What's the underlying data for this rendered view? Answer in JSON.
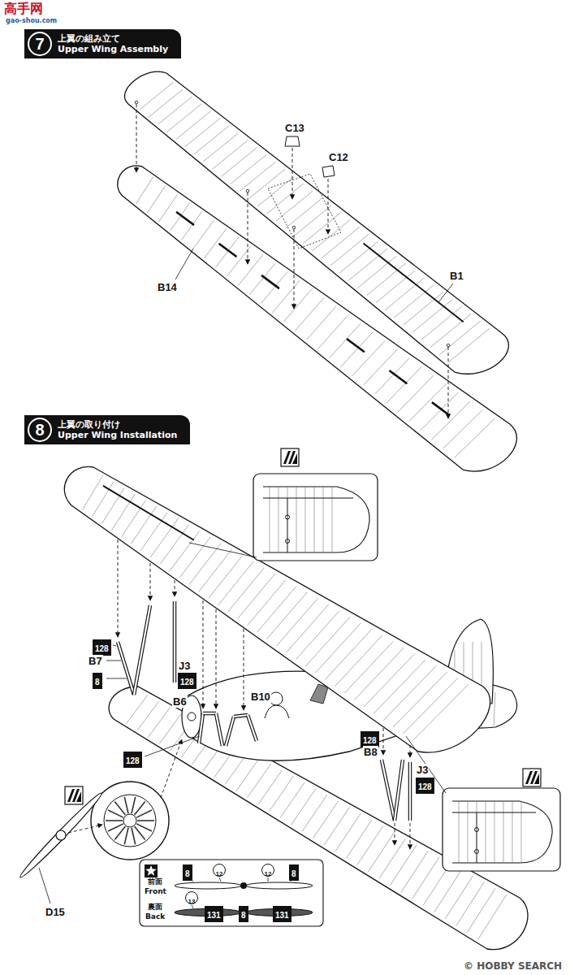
{
  "diagram": {
    "nodes": [
      {
        "text": [
          "7",
          "上翼の組み立て",
          "Upper Wing Assembly"
        ]
      },
      {
        "text": [
          "8",
          "上翼の取り付け",
          "Upper Wing Installation"
        ]
      },
      {
        "text": [
          "128"
        ]
      },
      {
        "text": [
          "8"
        ]
      },
      {
        "text": [
          "128"
        ]
      },
      {
        "text": [
          "128"
        ]
      },
      {
        "text": [
          "128"
        ]
      },
      {
        "text": [
          "128"
        ]
      },
      {
        "text": [
          "8"
        ]
      },
      {
        "text": [
          "12"
        ]
      },
      {
        "text": [
          "12"
        ]
      },
      {
        "text": [
          "8"
        ]
      },
      {
        "text": [
          "13"
        ]
      },
      {
        "text": [
          "131"
        ]
      },
      {
        "text": [
          "8"
        ]
      },
      {
        "text": [
          "131"
        ]
      }
    ],
    "labels": [
      "高手网",
      "gao-shou.com",
      "C13",
      "C12",
      "B1",
      "B14",
      "B7",
      "J3",
      "B6",
      "B10",
      "B8",
      "J3",
      "D15",
      "前面",
      "Front",
      "裏面",
      "Back",
      "© HOBBY SEARCH"
    ]
  }
}
